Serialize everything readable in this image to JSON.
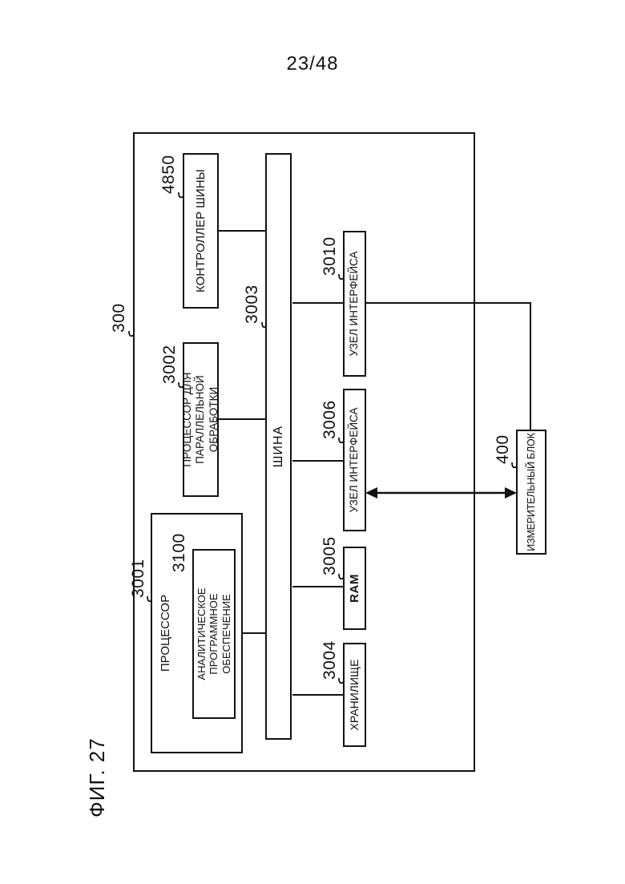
{
  "page": {
    "sheet_number": "23/48",
    "figure_label": "ФИГ. 27"
  },
  "colors": {
    "ink": "#111111",
    "paper": "#ffffff"
  },
  "diagram": {
    "device": {
      "ref": "300"
    },
    "blocks": {
      "bus_controller": {
        "ref": "4850",
        "label": "КОНТРОЛЛЕР ШИНЫ"
      },
      "parallel_processor": {
        "ref": "3002",
        "lines": [
          "ПРОЦЕССОР ДЛЯ",
          "ПАРАЛЛЕЛЬНОЙ ОБРАБОТКИ"
        ]
      },
      "processor": {
        "ref": "3001",
        "label": "ПРОЦЕССОР"
      },
      "analytic_software": {
        "ref": "3100",
        "lines": [
          "АНАЛИТИЧЕСКОЕ ПРОГРАММНОЕ",
          "ОБЕСПЕЧЕНИЕ"
        ]
      },
      "bus": {
        "ref": "3003",
        "label": "ШИНА"
      },
      "interface_node_a": {
        "ref": "3010",
        "label": "УЗЕЛ ИНТЕРФЕЙСА"
      },
      "interface_node_b": {
        "ref": "3006",
        "label": "УЗЕЛ ИНТЕРФЕЙСА"
      },
      "ram": {
        "ref": "3005",
        "label": "RAM"
      },
      "storage": {
        "ref": "3004",
        "label": "ХРАНИЛИЩЕ"
      },
      "measuring_unit": {
        "ref": "400",
        "label": "ИЗМЕРИТЕЛЬНЫЙ БЛОК"
      }
    }
  }
}
